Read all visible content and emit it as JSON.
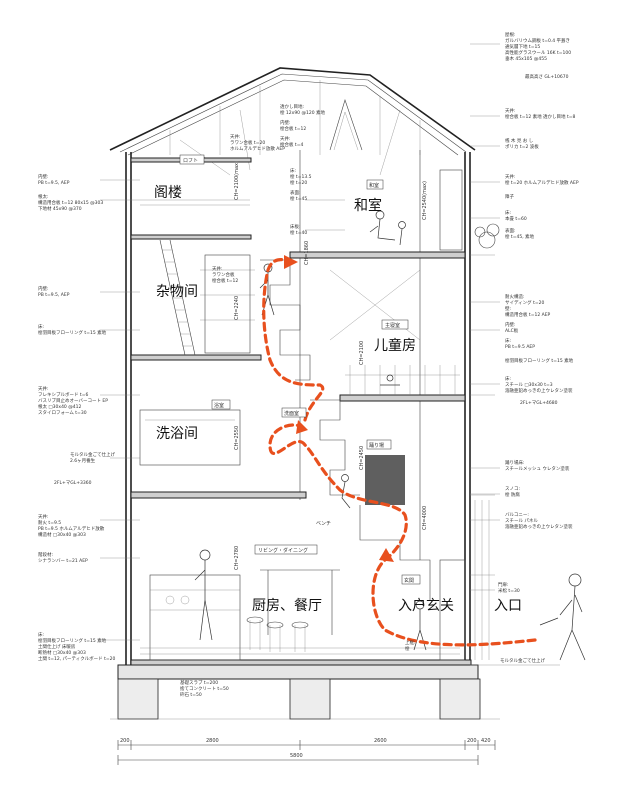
{
  "rooms": {
    "attic": "阁楼",
    "japanese_room": "和室",
    "storage": "杂物间",
    "kids_room": "儿童房",
    "bathroom": "洗浴间",
    "kitchen_dining": "厨房、餐厅",
    "entrance_hall": "入户玄关",
    "entrance": "入口"
  },
  "tags": {
    "loft": "ロフト",
    "washitsu": "和室",
    "kodomo": "主寝室",
    "senmen": "浴室",
    "hanare": "洗面室",
    "stair": "踊り場",
    "living": "リビング・ダイニング",
    "genkan": "玄関",
    "bench": "ベンチ"
  },
  "notes_left": [
    "内壁:",
    "PB t=9.5, AEP",
    "根太:",
    "構造用合板 t=12 80x15 @303",
    "下地材 45x90 @370",
    "内壁:",
    "PB t=9.5, AEP",
    "床:",
    "桧羽目板フローリング t=15 素地",
    "天井:",
    "フレキシブルボード t=6",
    "バスリブ目止めオーバーコート EP",
    "根太 □30x40 @412",
    "スタイロフォーム t=30",
    "モルタル金ごて仕上げ",
    "2.6ヶ月養生",
    "2FL+マGL+3360",
    "天井:",
    "耐火 t=9.5",
    "PB t=9.5 ホルムアルデヒド放散",
    "構造材 □30x40 @303",
    "階段材:",
    "シナランバー t=21 AEP",
    "床:",
    "桧羽目板フローリング t=15 素地",
    "土間仕上げ 床暖房",
    "断熱材 □30x40 @303",
    "土間 t=12, パーティクルボード t=20"
  ],
  "notes_right": [
    "屋根:",
    "ガルバリウム鋼板 t=0.4 平葺き",
    "通気層下地 t=15",
    "高性能グラスウール 16K t=100",
    "垂木 45x105 @455",
    "最高高さ GL+10670",
    "天井:",
    "桧合板 t=12 素地 透かし目地 t=8",
    "桟 木 見 お し",
    "ポリカ t=2 波板",
    "天井:",
    "桧 t=20 ホルムアルデヒド放散 AEP",
    "障子",
    "床:",
    "本畳 t=60",
    "表面:",
    "桧 t=45, 素地",
    "耐火構造:",
    "サイディング t=20",
    "壁:",
    "構造用合板 t=12 AEP",
    "内壁:",
    "ALC板",
    "床:",
    "PB t=9.5 AEP",
    "桧羽目板フローリング t=15 素地",
    "床:",
    "スチール □30x30 t=3",
    "溶融亜鉛めっきの上ウレタン塗装",
    "2FL+マGL+4680",
    "踊り場床:",
    "スチールメッシュ ウレタン塗装",
    "スノコ:",
    "桧 防腐",
    "バルコニー:",
    "スチール パネル",
    "溶融亜鉛めっきの上ウレタン塗装",
    "門扉:",
    "米松 t=30",
    "モルタル金ごて仕上げ"
  ],
  "notes_center": [
    "天井:",
    "ラワン合板 t=20",
    "ホルムアルデヒド放散 AEP",
    "透かし目地:",
    "桧 12x90 @120 素地",
    "内壁:",
    "桧合板 t=12",
    "天井:",
    "桧合板 t=4",
    "床:",
    "桧 t=13.5",
    "桧 t=20",
    "表面:",
    "桧 t=45",
    "床板:",
    "桧 t=40",
    "天井:",
    "ラワン合板",
    "桧合板 t=12"
  ],
  "bottom_notes": [
    "基礎スラブ t=200",
    "捨てコンクリート t=50",
    "砕石 t=50",
    "上框:",
    "桧"
  ],
  "heights": [
    "CH=2100(max)",
    "CH=2240",
    "CH=2100",
    "CH=2550",
    "CH=2450",
    "CH=2780",
    "CH=1860",
    "CH=4000",
    "CH=2540(max)"
  ],
  "dimensions": {
    "bottom_segments": [
      "200",
      "2800",
      "2600",
      "200",
      "420"
    ],
    "bottom_total": "5800"
  }
}
